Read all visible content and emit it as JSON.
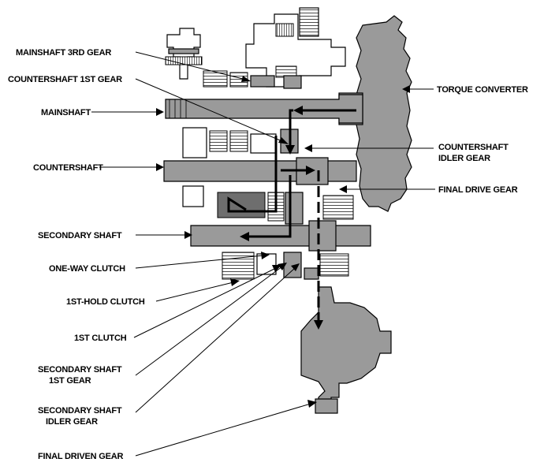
{
  "labels": {
    "mainshaft_3rd_gear": "MAINSHAFT 3RD GEAR",
    "countershaft_1st_gear": "COUNTERSHAFT 1ST GEAR",
    "mainshaft": "MAINSHAFT",
    "countershaft": "COUNTERSHAFT",
    "secondary_shaft": "SECONDARY SHAFT",
    "one_way_clutch": "ONE-WAY CLUTCH",
    "first_hold_clutch": "1ST-HOLD CLUTCH",
    "first_clutch": "1ST CLUTCH",
    "secondary_shaft_1st_gear": [
      "SECONDARY SHAFT",
      "1ST GEAR"
    ],
    "secondary_shaft_idler_gear": [
      "SECONDARY SHAFT",
      "IDLER GEAR"
    ],
    "final_driven_gear": "FINAL DRIVEN GEAR",
    "torque_converter": "TORQUE CONVERTER",
    "countershaft_idler_gear": [
      "COUNTERSHAFT",
      "IDLER GEAR"
    ],
    "final_drive_gear": "FINAL DRIVE GEAR"
  }
}
